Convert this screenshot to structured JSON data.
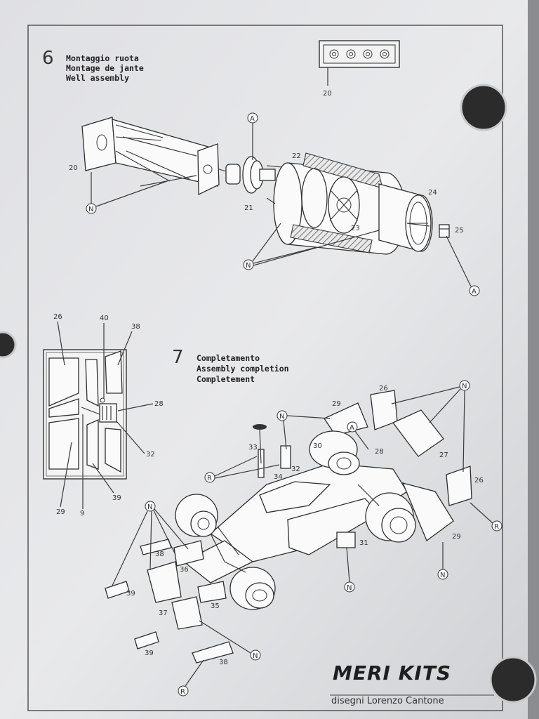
{
  "step6": {
    "number": "6",
    "title_it": "Montaggio ruota",
    "title_fr": "Montage de jante",
    "title_en": "Well assembly"
  },
  "step7": {
    "number": "7",
    "title_it": "Completamento",
    "title_en": "Assembly completion",
    "title_fr": "Completement"
  },
  "part_labels": {
    "p20_box": "20",
    "p20": "20",
    "p21": "21",
    "p22": "22",
    "p23": "23",
    "p24": "24",
    "p25": "25",
    "p26a": "26",
    "p40": "40",
    "p38a": "38",
    "p28": "28",
    "p32": "32",
    "p39a": "39",
    "p29a": "29",
    "p9": "9",
    "p26b": "26",
    "p29b": "29",
    "p30": "30",
    "p28b": "28",
    "p27": "27",
    "p26c": "26",
    "p33": "33",
    "p32b": "32",
    "p34": "34",
    "p31": "31",
    "p29c": "29",
    "p38b": "38",
    "p36": "36",
    "p39b": "39",
    "p35": "35",
    "p37": "37",
    "p39c": "39",
    "p38c": "38"
  },
  "callouts": {
    "A": "A",
    "N": "N",
    "R": "R"
  },
  "brand": {
    "logo": "MERI KITS",
    "credit": "disegni Lorenzo Cantone"
  }
}
